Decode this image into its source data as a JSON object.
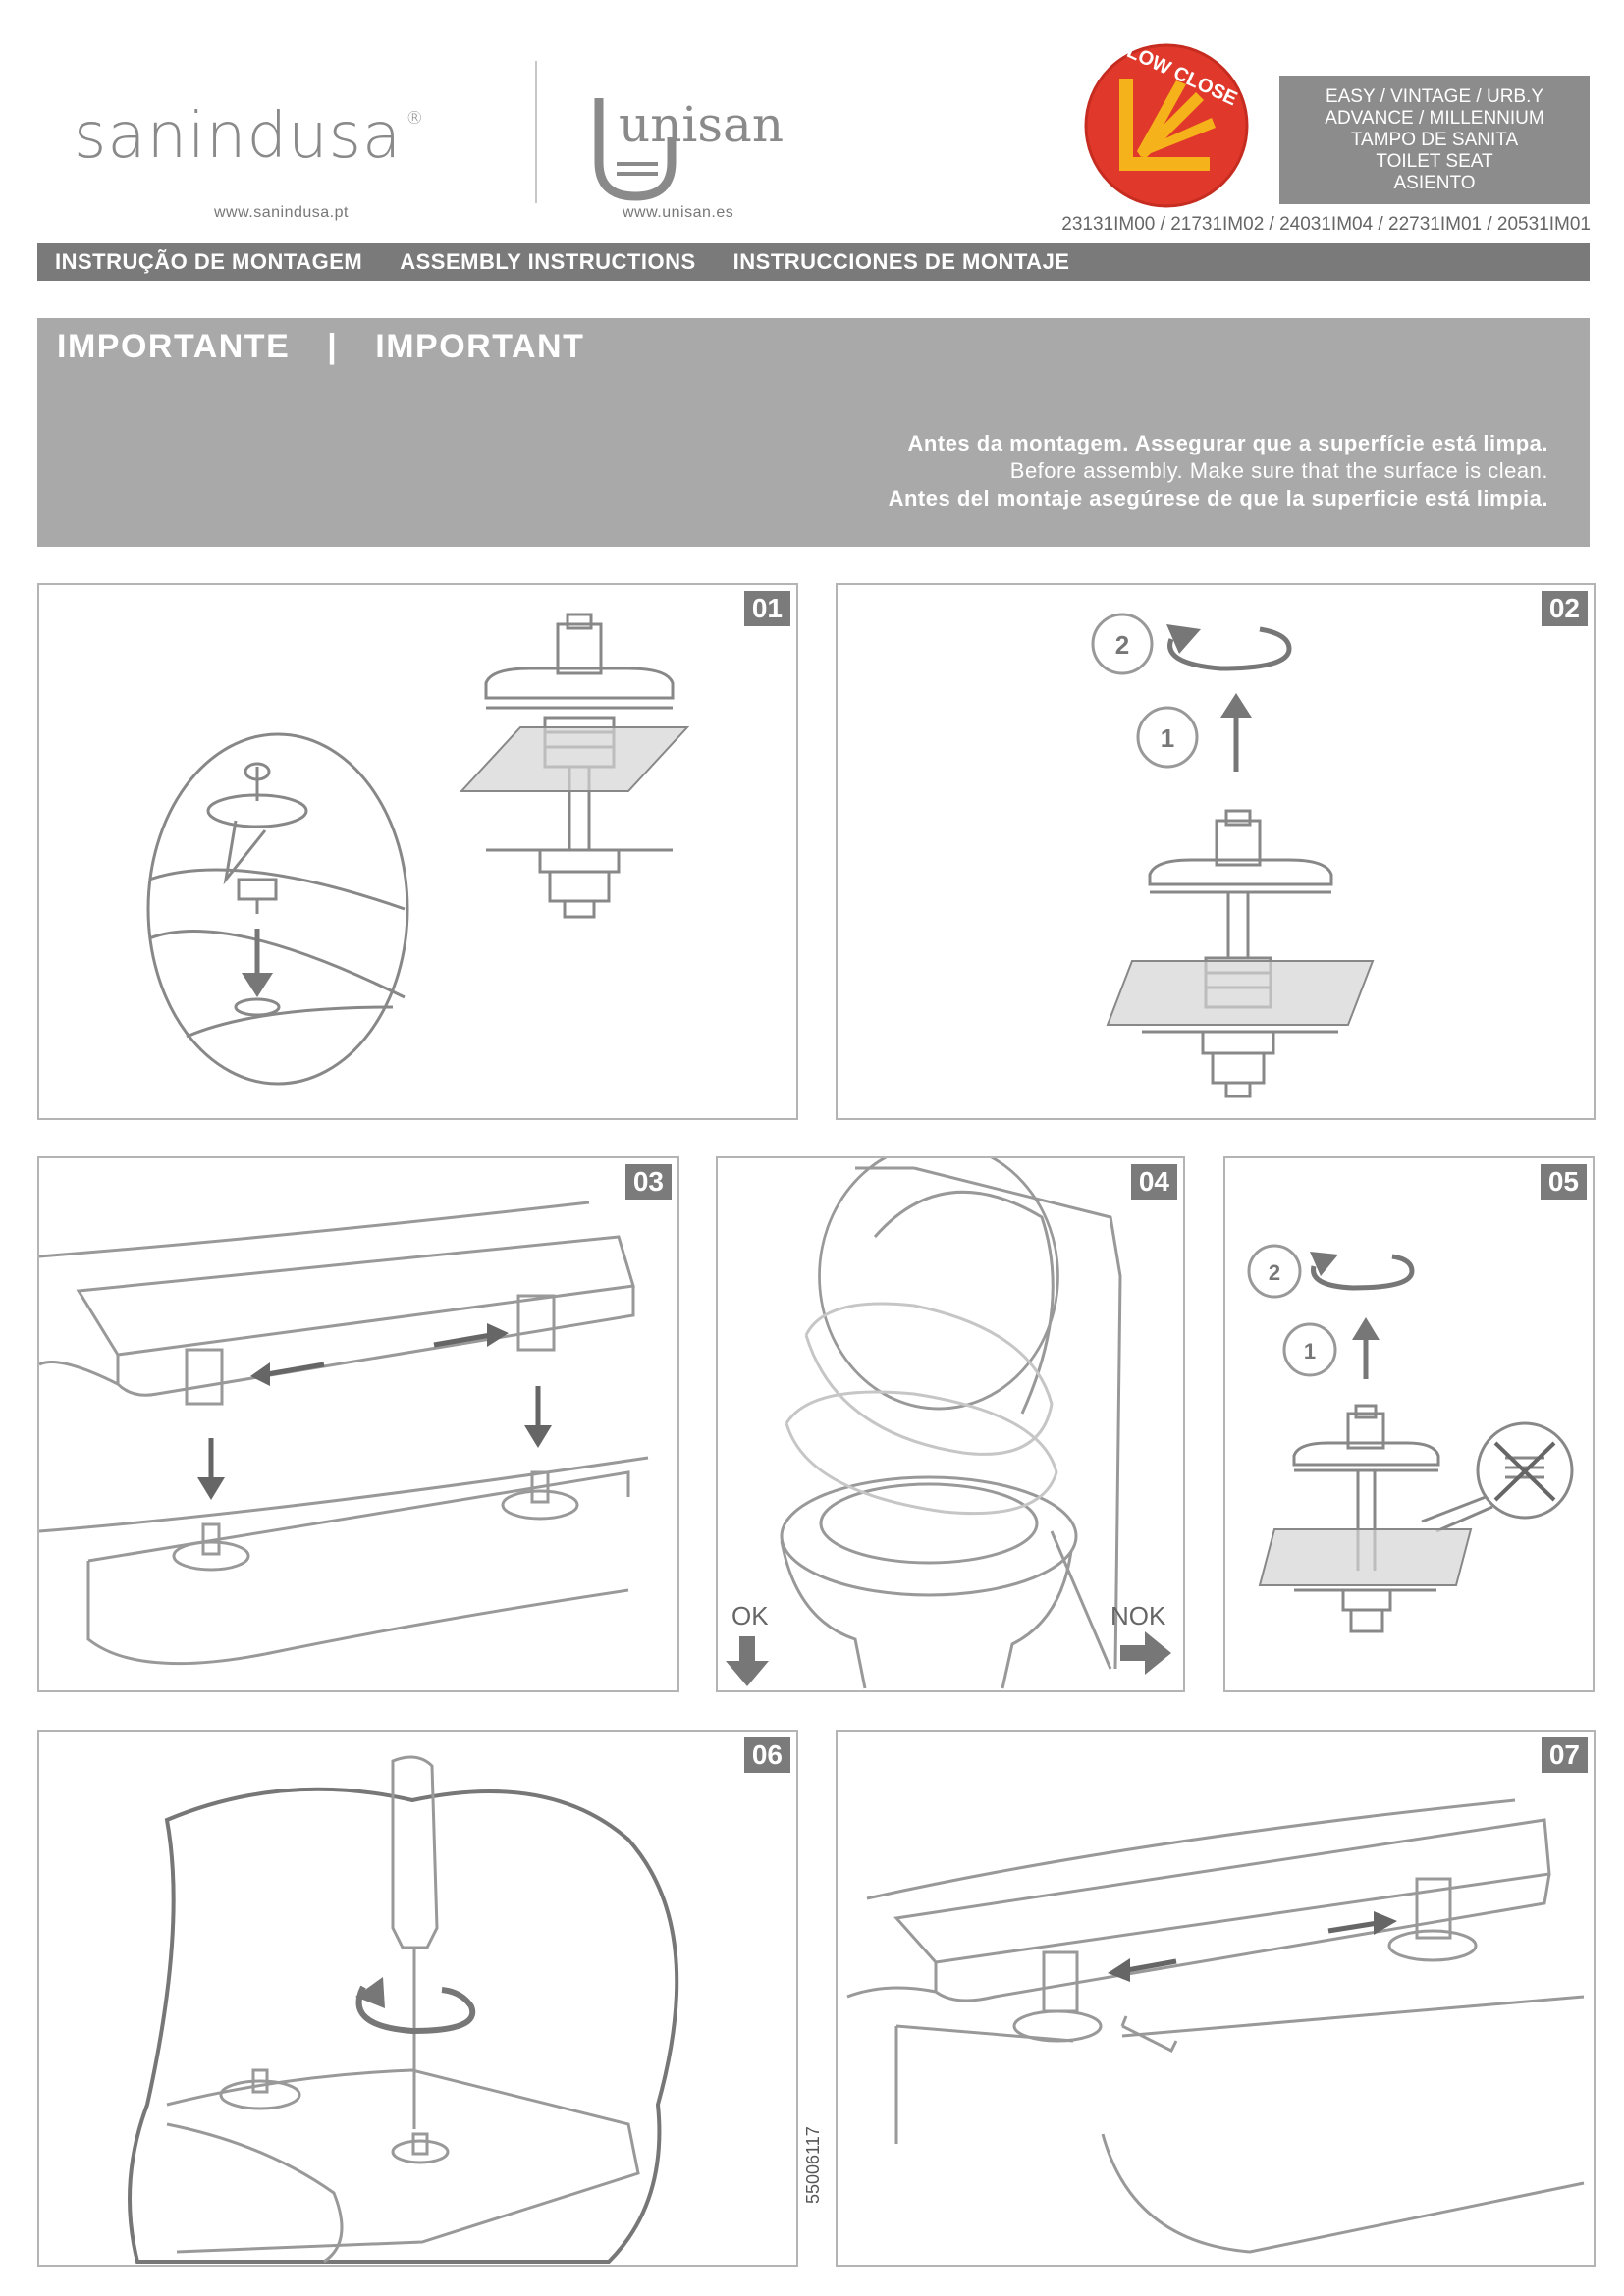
{
  "header": {
    "brand_left": "sanindusa",
    "brand_left_url": "www.sanindusa.pt",
    "brand_right": "unisan",
    "brand_right_url": "www.unisan.es",
    "badge_text": "SLOW CLOSE",
    "models": [
      "EASY / VINTAGE / URB.Y",
      "ADVANCE / MILLENNIUM",
      "TAMPO DE SANITA",
      "TOILET SEAT",
      "ASIENTO"
    ],
    "codes": "23131IM00 / 21731IM02 / 24031IM04 / 22731IM01 / 20531IM01"
  },
  "titlebar": {
    "pt": "INSTRUÇÃO DE MONTAGEM",
    "en": "ASSEMBLY INSTRUCTIONS",
    "es": "INSTRUCCIONES DE MONTAJE"
  },
  "important": {
    "title_pt": "IMPORTANTE",
    "separator": "|",
    "title_en": "IMPORTANT",
    "line_pt": "Antes da montagem. Assegurar que a superfície está limpa.",
    "line_en": "Before assembly. Make sure that the surface is clean.",
    "line_es": "Antes del montaje asegúrese de que la superficie está limpia."
  },
  "steps": {
    "s01": {
      "num": "01"
    },
    "s02": {
      "num": "02",
      "mark1": "1",
      "mark2": "2"
    },
    "s03": {
      "num": "03"
    },
    "s04": {
      "num": "04",
      "ok": "OK",
      "nok": "NOK"
    },
    "s05": {
      "num": "05",
      "mark1": "1",
      "mark2": "2"
    },
    "s06": {
      "num": "06"
    },
    "s07": {
      "num": "07"
    }
  },
  "doc_number": "55006117",
  "colors": {
    "badge_red": "#e0392b",
    "badge_yellow": "#f6b21a",
    "panel_gray": "#a9a9a9",
    "bar_gray": "#7a7a7a"
  }
}
